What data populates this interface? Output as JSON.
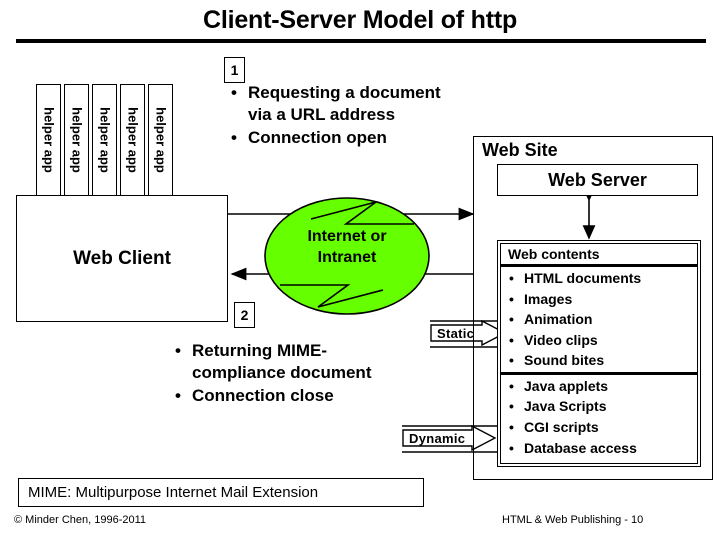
{
  "slide": {
    "title": "Client-Server Model of http",
    "accent_green": "#66FF00",
    "line_color": "#000000",
    "background": "#FFFFFF"
  },
  "client": {
    "helper_apps": [
      {
        "label": "helper app"
      },
      {
        "label": "helper app"
      },
      {
        "label": "helper app"
      },
      {
        "label": "helper app"
      },
      {
        "label": "helper app"
      }
    ],
    "box_label": "Web Client"
  },
  "steps": [
    {
      "id": "1",
      "number": "1"
    },
    {
      "id": "2",
      "number": "2"
    }
  ],
  "request_bullets": {
    "marker": "1",
    "items": [
      {
        "dot": "•",
        "lines": [
          "Requesting a document",
          "via a URL address"
        ]
      },
      {
        "dot": "•",
        "lines": [
          "Connection open"
        ]
      }
    ]
  },
  "return_bullets": {
    "marker": "2",
    "items": [
      {
        "dot": "•",
        "lines": [
          "Returning MIME-",
          "compliance document"
        ]
      },
      {
        "dot": "•",
        "lines": [
          "Connection close"
        ]
      }
    ]
  },
  "network": {
    "line1": "Internet or",
    "line2": "Intranet",
    "fill": "#66FF00"
  },
  "callouts": {
    "static": "Static",
    "dynamic": "Dynamic"
  },
  "site": {
    "title": "Web Site",
    "server_label": "Web Server",
    "contents_header": "Web contents",
    "contents_static": [
      {
        "dot": "•",
        "label": "HTML documents"
      },
      {
        "dot": "•",
        "label": "Images"
      },
      {
        "dot": "•",
        "label": "Animation"
      },
      {
        "dot": "•",
        "label": "Video clips"
      },
      {
        "dot": "•",
        "label": "Sound bites"
      }
    ],
    "contents_dynamic": [
      {
        "dot": "•",
        "label": "Java applets"
      },
      {
        "dot": "•",
        "label": "Java Scripts"
      },
      {
        "dot": "•",
        "label": "CGI scripts"
      },
      {
        "dot": "•",
        "label": "Database access"
      }
    ]
  },
  "mime_note": "MIME: Multipurpose Internet Mail Extension",
  "footer": {
    "left": "© Minder Chen, 1996-2011",
    "right": "HTML & Web Publishing - 10"
  }
}
